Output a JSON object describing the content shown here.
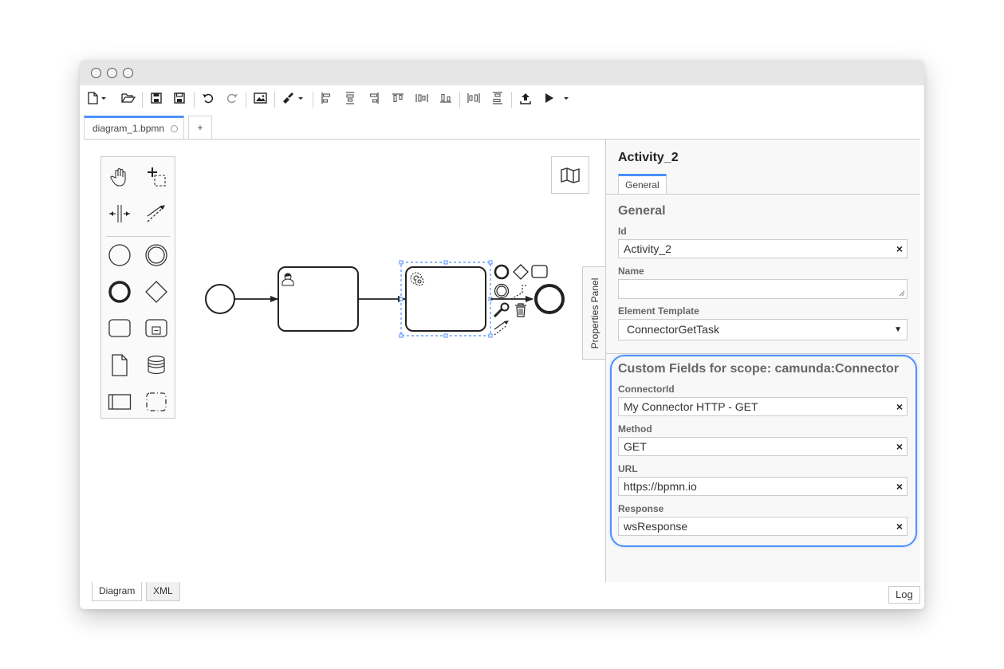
{
  "tabs": {
    "file_tab_label": "diagram_1.bpmn",
    "add_tab_label": "+"
  },
  "properties": {
    "panel_toggle_label": "Properties Panel",
    "element_title": "Activity_2",
    "tab_label": "General",
    "general": {
      "group_title": "General",
      "id_label": "Id",
      "id_value": "Activity_2",
      "name_label": "Name",
      "name_value": "",
      "template_label": "Element Template",
      "template_value": "ConnectorGetTask"
    },
    "custom": {
      "group_title": "Custom Fields for scope: camunda:Connector",
      "connector_id_label": "ConnectorId",
      "connector_id_value": "My Connector HTTP - GET",
      "method_label": "Method",
      "method_value": "GET",
      "url_label": "URL",
      "url_value": "https://bpmn.io",
      "response_label": "Response",
      "response_value": "wsResponse"
    },
    "clear_symbol": "×",
    "select_arrow": "▼"
  },
  "bottom": {
    "diagram_tab": "Diagram",
    "xml_tab": "XML",
    "log_button": "Log"
  },
  "colors": {
    "accent": "#4d90fe",
    "selection": "#4d90fe"
  }
}
